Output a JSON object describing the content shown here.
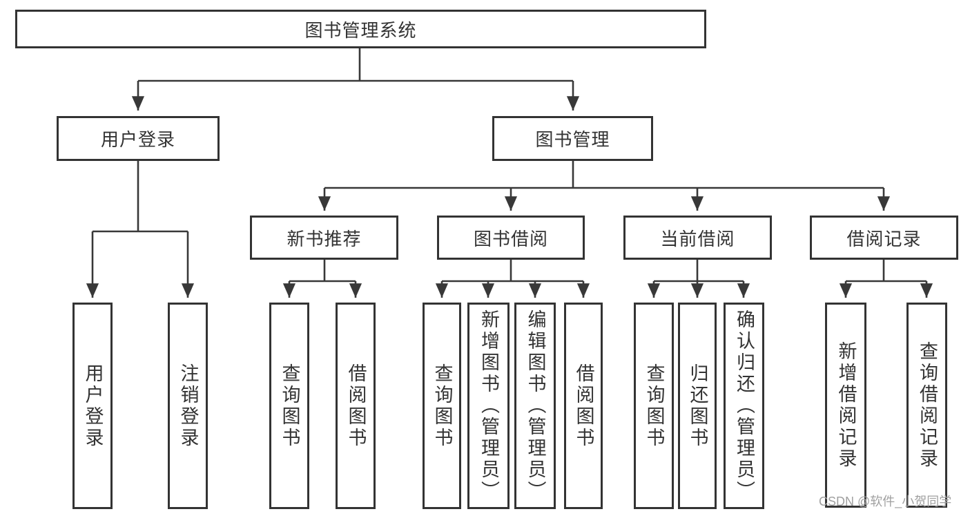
{
  "diagram": {
    "root": {
      "label": "图书管理系统"
    },
    "level2": [
      {
        "label": "用户登录"
      },
      {
        "label": "图书管理"
      }
    ],
    "level3": [
      {
        "label": "新书推荐",
        "parent": "图书管理"
      },
      {
        "label": "图书借阅",
        "parent": "图书管理"
      },
      {
        "label": "当前借阅",
        "parent": "图书管理"
      },
      {
        "label": "借阅记录",
        "parent": "图书管理"
      }
    ],
    "leaves": [
      {
        "label": "用户登录",
        "parent": "用户登录"
      },
      {
        "label": "注销登录",
        "parent": "用户登录"
      },
      {
        "label": "查询图书",
        "parent": "新书推荐"
      },
      {
        "label": "借阅图书",
        "parent": "新书推荐"
      },
      {
        "label": "查询图书",
        "parent": "图书借阅"
      },
      {
        "label": "新增图书（管理员）",
        "parent": "图书借阅"
      },
      {
        "label": "编辑图书（管理员）",
        "parent": "图书借阅"
      },
      {
        "label": "借阅图书",
        "parent": "图书借阅"
      },
      {
        "label": "查询图书",
        "parent": "当前借阅"
      },
      {
        "label": "归还图书",
        "parent": "当前借阅"
      },
      {
        "label": "确认归还（管理员）",
        "parent": "当前借阅"
      },
      {
        "label": "新增借阅记录",
        "parent": "借阅记录"
      },
      {
        "label": "查询借阅记录",
        "parent": "借阅记录"
      }
    ]
  },
  "watermark": "CSDN @软件_小贺同学",
  "colors": {
    "line": "#383838",
    "border": "#333333",
    "text": "#333333",
    "watermark": "#a0a0a0",
    "background": "#ffffff"
  }
}
